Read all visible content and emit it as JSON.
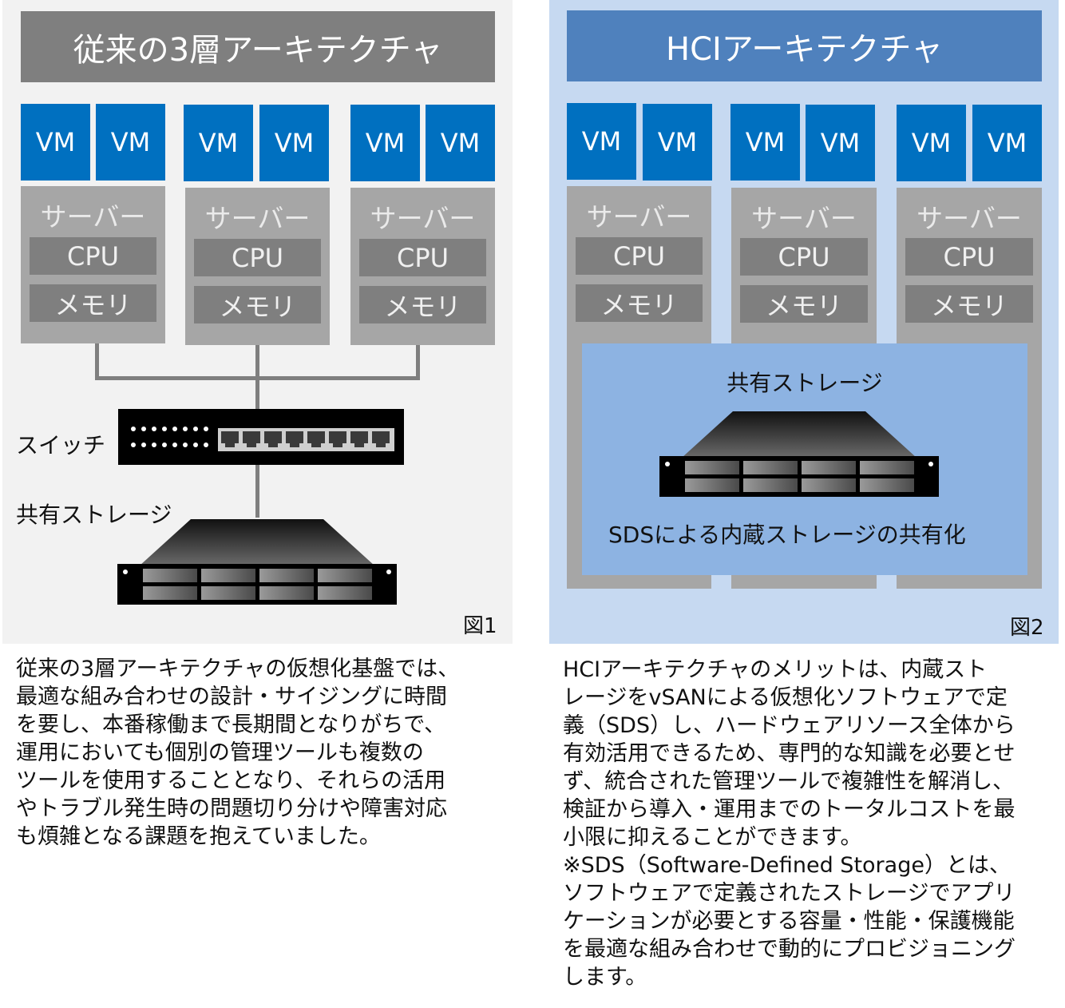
{
  "figure1": {
    "title": "従来の3層アーキテクチャ",
    "vm_label": "VM",
    "server_label": "サーバー",
    "cpu_label": "CPU",
    "memory_label": "メモリ",
    "switch_label": "スイッチ",
    "storage_label": "共有ストレージ",
    "caption": "図1"
  },
  "figure2": {
    "title": "HCIアーキテクチャ",
    "vm_label": "VM",
    "server_label": "サーバー",
    "cpu_label": "CPU",
    "memory_label": "メモリ",
    "storage_label": "共有ストレージ",
    "storage_desc": "SDSによる内蔵ストレージの共有化",
    "caption": "図2"
  },
  "text_left": [
    "従来の3層アーキテクチャの仮想化基盤では、",
    "最適な組み合わせの設計・サイジングに時間",
    "を要し、本番稼働まで長期間となりがちで、",
    "運用においても個別の管理ツールも複数の",
    "ツールを使用することとなり、それらの活用",
    "やトラブル発生時の問題切り分けや障害対応",
    "も煩雑となる課題を抱えていました。"
  ],
  "text_right": [
    "HCIアーキテクチャのメリットは、内蔵スト",
    "レージをvSANによる仮想化ソフトウェアで定",
    "義（SDS）し、ハードウェアリソース全体から",
    "有効活用できるため、専門的な知識を必要とせ",
    "ず、統合された管理ツールで複雑性を解消し、",
    "検証から導入・運用までのトータルコストを最",
    "小限に抑えることができます。",
    "※SDS（Software-Defined Storage）とは、",
    "ソフトウェアで定義されたストレージでアプリ",
    "ケーションが必要とする容量・性能・保護機能",
    "を最適な組み合わせで動的にプロビジョニング",
    "します。"
  ],
  "colors": {
    "vm": "#0070c0",
    "hci_title": "#4f81bd",
    "legacy_title": "#7f7f7f",
    "hci_bg": "#c6d9f1",
    "sds_box": "#8db3e2"
  }
}
